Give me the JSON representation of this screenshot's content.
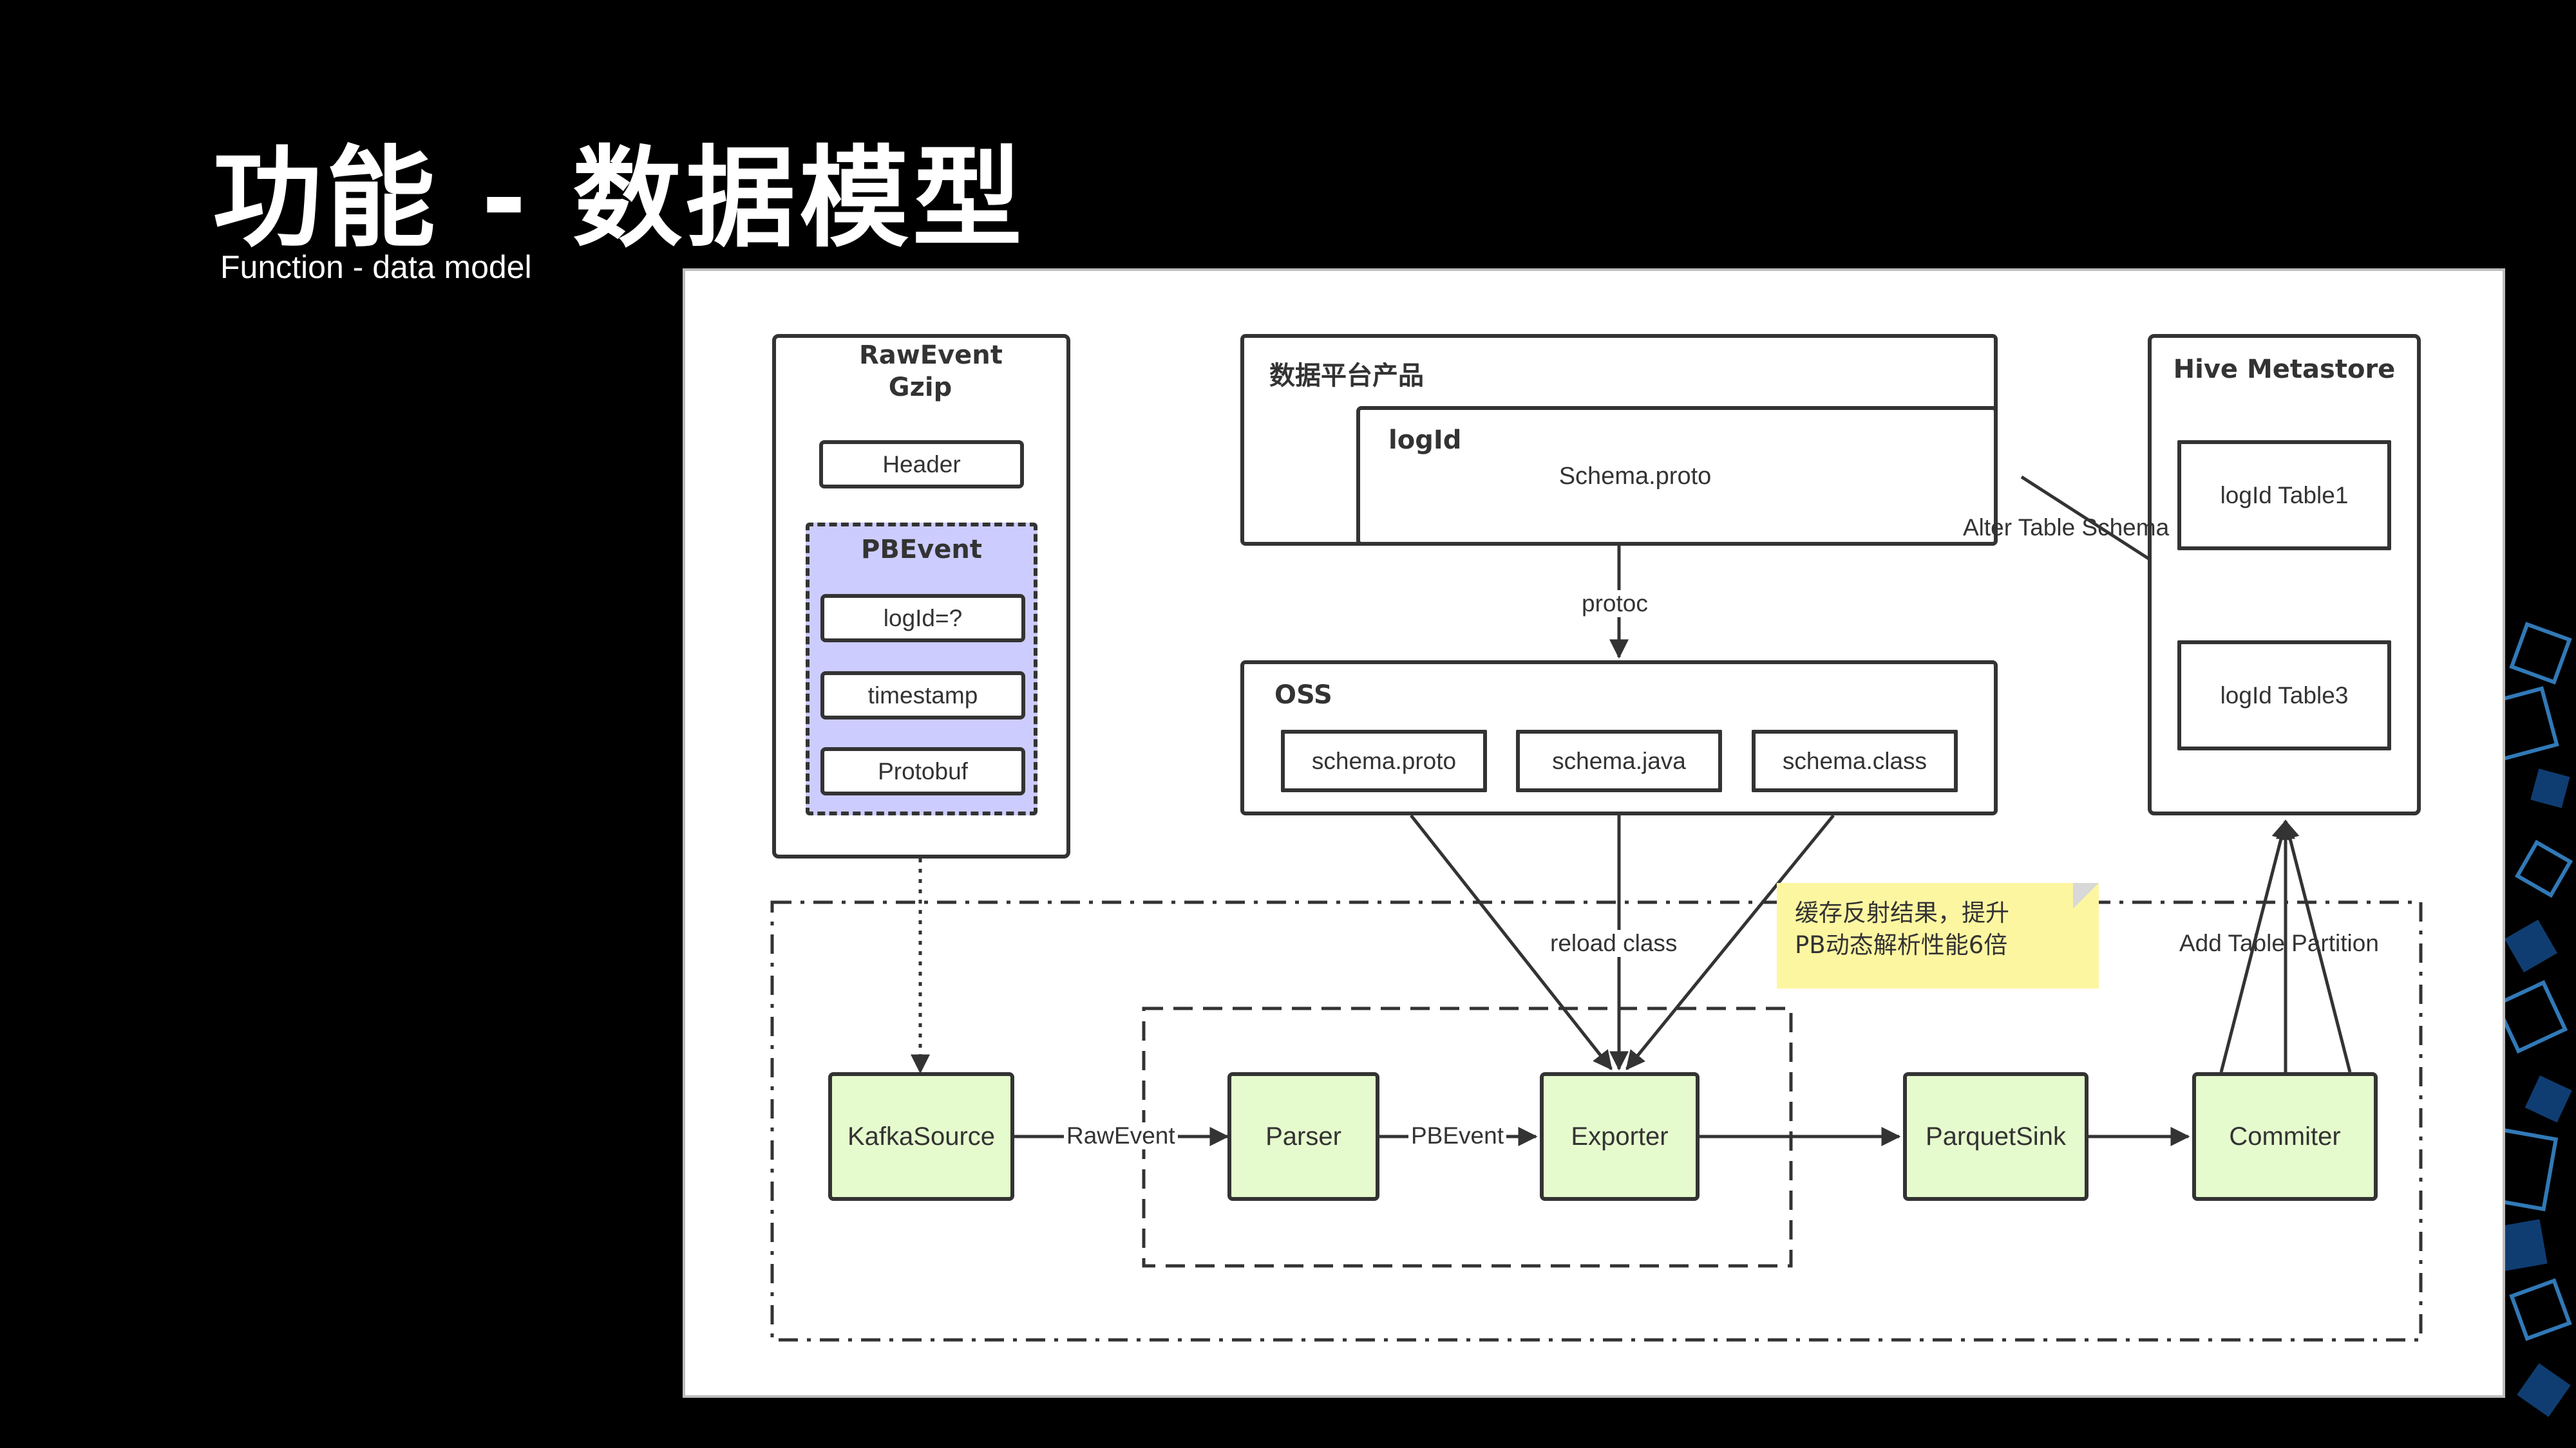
{
  "slide": {
    "title": "功能 - 数据模型",
    "subtitle": "Function - data model"
  },
  "raw_event": {
    "title_line1": "RawEvent",
    "title_line2": "Gzip",
    "header": "Header",
    "pbevent": {
      "title": "PBEvent",
      "fields": [
        "logId=?",
        "timestamp",
        "Protobuf"
      ]
    }
  },
  "platform": {
    "title": "数据平台产品",
    "logid_title": "logId",
    "schema_file": "Schema.proto"
  },
  "oss": {
    "title": "OSS",
    "files": [
      "schema.proto",
      "schema.java",
      "schema.class"
    ]
  },
  "hive": {
    "title": "Hive Metastore",
    "tables": [
      "logId Table1",
      "logId Table3"
    ]
  },
  "pipeline": {
    "nodes": [
      "KafkaSource",
      "Parser",
      "Exporter",
      "ParquetSink",
      "Commiter"
    ]
  },
  "edge_labels": {
    "protoc": "protoc",
    "alter_table": "Alter Table Schema",
    "reload_class": "reload class",
    "add_partition": "Add Table Partition",
    "rawevent": "RawEvent",
    "pbevent": "PBEvent"
  },
  "note": {
    "line1": "缓存反射结果，提升",
    "line2": "PB动态解析性能6倍",
    "color": "#fdf6a1"
  },
  "colors": {
    "background": "#000000",
    "pipeline_node": "#e6fbcd",
    "pbevent_fill": "#ccccff",
    "stroke": "#333333"
  }
}
